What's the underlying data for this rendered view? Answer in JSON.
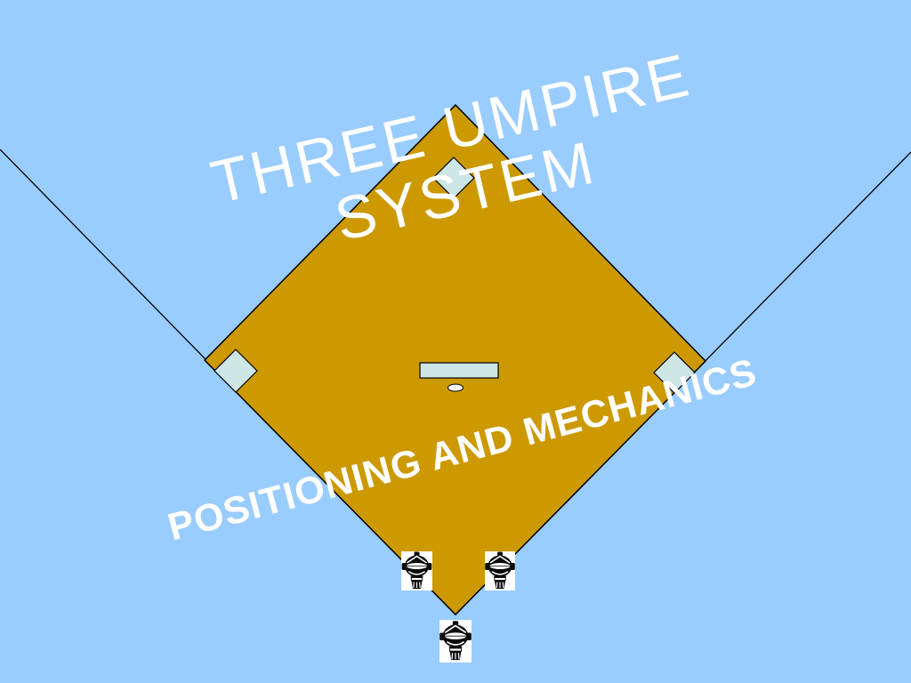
{
  "slide": {
    "title": {
      "line1": "THREE UMPIRE",
      "line2": "SYSTEM"
    },
    "subtitle": "POSITIONING AND MECHANICS"
  },
  "icons": {
    "umpire_left": "umpire-mask-icon",
    "umpire_right": "umpire-mask-icon",
    "umpire_home": "umpire-mask-icon"
  },
  "colors": {
    "background": "#99CCFF",
    "infield": "#CC9900",
    "line": "#000000",
    "base": "#CDE6E6",
    "ball": "#F7F9F4",
    "text": "#FFFFFF",
    "mask_bg": "#FFFFFF",
    "mask_fg": "#0A0A0A"
  }
}
